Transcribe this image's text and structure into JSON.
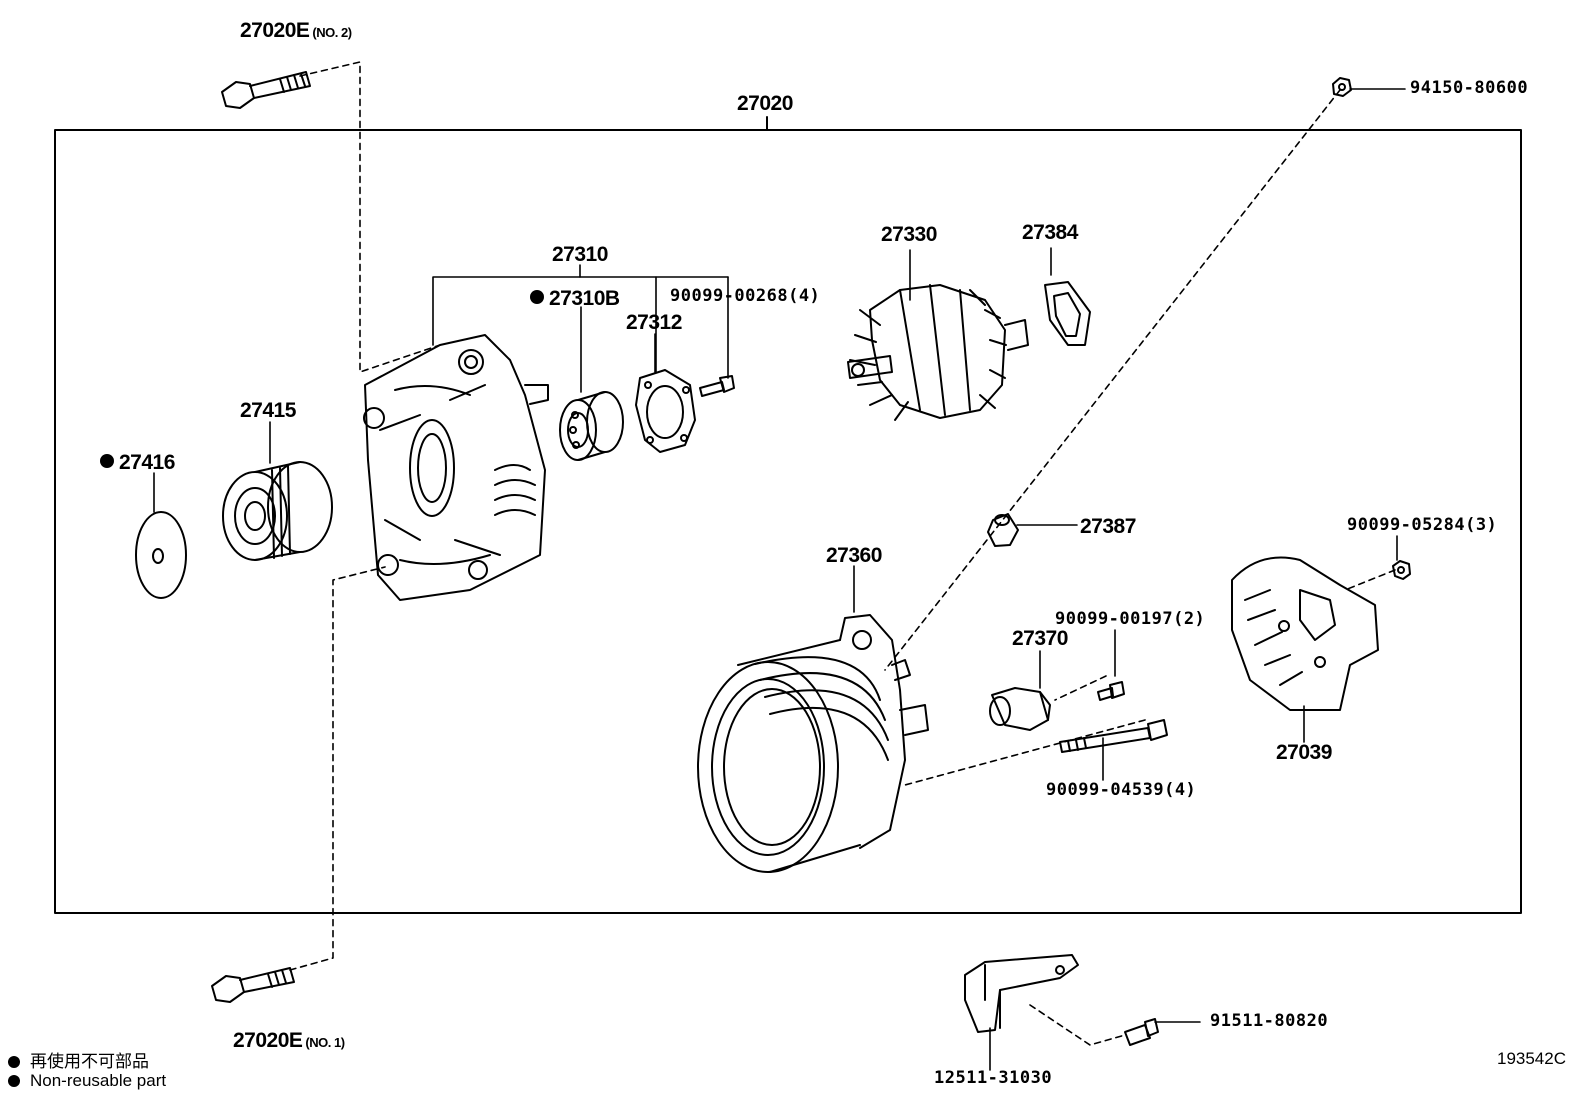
{
  "diagram": {
    "assembly": "27020",
    "drawing_code": "193542C",
    "legend": {
      "jp": "再使用不可部品",
      "en": "Non-reusable part"
    },
    "parts": {
      "p27020E_no2": {
        "num": "27020E",
        "sub": "(NO. 2)"
      },
      "p27020E_no1": {
        "num": "27020E",
        "sub": "(NO. 1)"
      },
      "p94150": "94150-80600",
      "p27310": "27310",
      "p27310B": "27310B",
      "p27312": "27312",
      "p90099_00268": "90099-00268(4)",
      "p27330": "27330",
      "p27384": "27384",
      "p27415": "27415",
      "p27416": "27416",
      "p27387": "27387",
      "p27360": "27360",
      "p90099_05284": "90099-05284(3)",
      "p90099_00197": "90099-00197(2)",
      "p27370": "27370",
      "p27039": "27039",
      "p90099_04539": "90099-04539(4)",
      "p91511": "91511-80820",
      "p12511": "12511-31030"
    },
    "non_reusable": [
      "27416",
      "27310B"
    ]
  }
}
